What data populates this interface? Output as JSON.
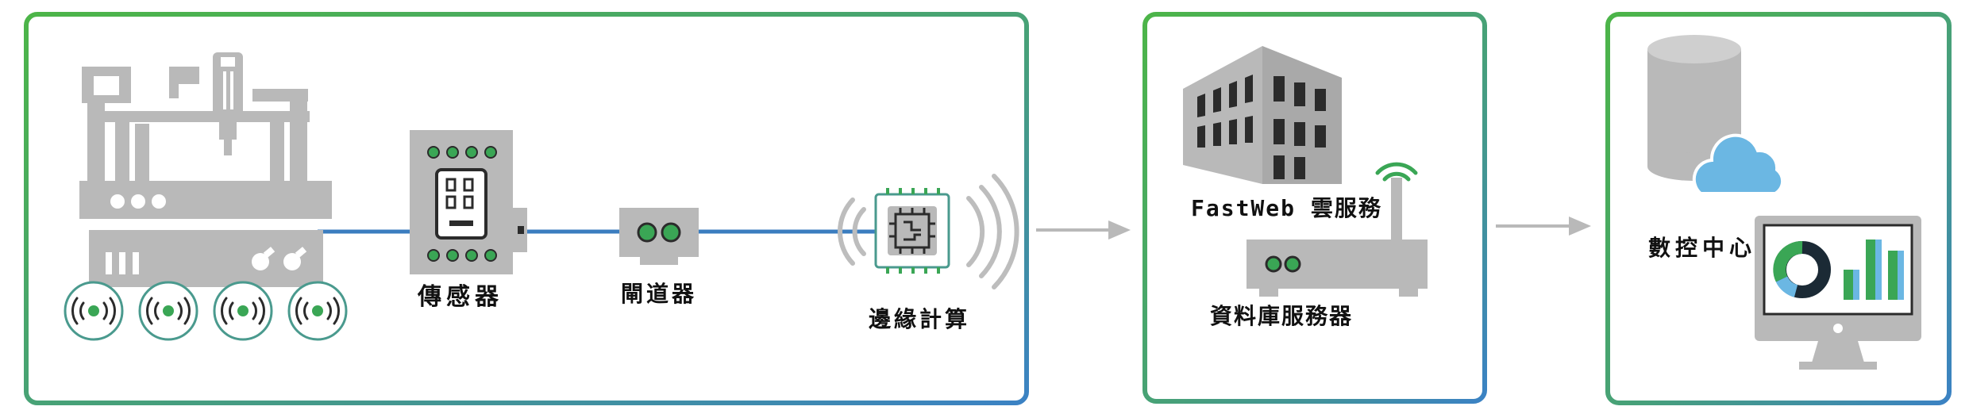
{
  "panels": {
    "factory": {
      "sensor_label": "傳感器",
      "gateway_label": "閘道器",
      "edge_label": "邊緣計算"
    },
    "cloud": {
      "cloud_service_label": "FastWeb 雲服務",
      "db_server_label": "資料庫服務器"
    },
    "control": {
      "center_label": "數控中心"
    }
  },
  "colors": {
    "frame_green": "#4cb548",
    "frame_blue": "#3b82c4",
    "icon_gray": "#b9b9b9",
    "icon_dark": "#2b2b2b",
    "accent_green": "#3aa655",
    "cloud_blue": "#6bb7e3",
    "link_blue": "#3b7dbf"
  },
  "icons": {
    "cnc_machine": "cnc-machine-icon",
    "wireless_sensor": "wireless-sensor-icon",
    "sensor_box": "sensor-box-icon",
    "gateway": "gateway-icon",
    "edge_chip": "edge-chip-icon",
    "office_building": "office-building-icon",
    "router": "router-icon",
    "database": "database-icon",
    "cloud": "cloud-icon",
    "monitor_dashboard": "monitor-dashboard-icon",
    "flow_arrow": "flow-arrow-icon"
  }
}
